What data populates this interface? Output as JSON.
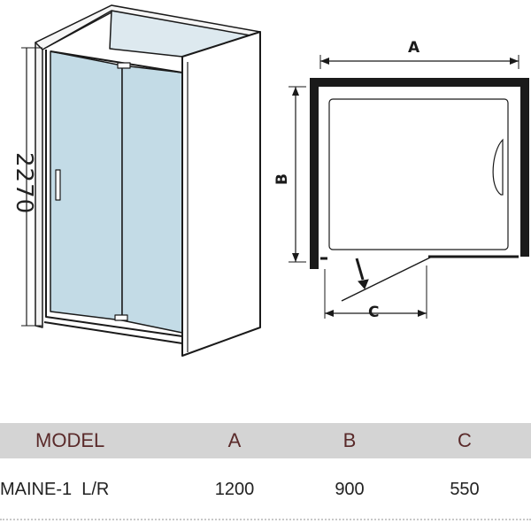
{
  "diagram": {
    "height_dim": "2270",
    "plan_labels": {
      "a": "A",
      "b": "B",
      "c": "C"
    }
  },
  "table": {
    "headers": [
      "MODEL",
      "A",
      "B",
      "C"
    ],
    "rows": [
      {
        "model": "MAINE-1  L/R",
        "a": "1200",
        "b": "900",
        "c": "550"
      }
    ]
  },
  "colors": {
    "glass": "#c3dbe6",
    "frame": "#1a1a1a",
    "header_bg": "#d4d4d4",
    "header_text": "#5a2a2a"
  }
}
